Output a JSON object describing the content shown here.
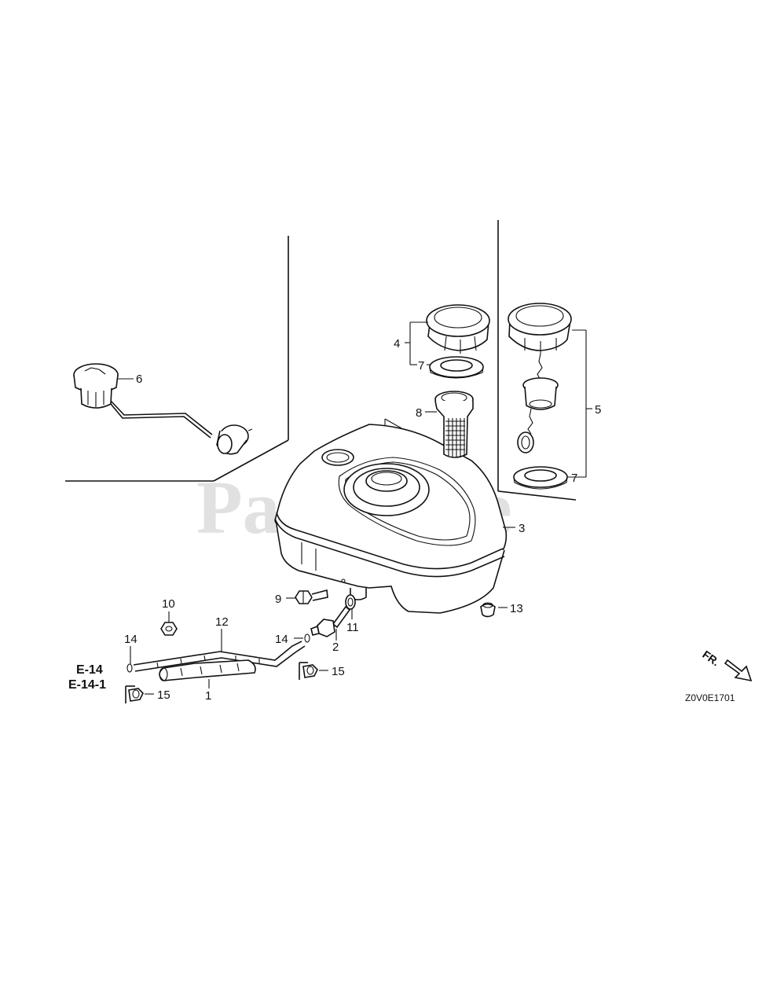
{
  "watermark": "PartsTree",
  "diagram_code": "Z0V0E1701",
  "direction_label": "FR.",
  "refs": {
    "e14": "E-14",
    "e14_1": "E-14-1"
  },
  "callouts": {
    "c1": "1",
    "c2": "2",
    "c3": "3",
    "c4": "4",
    "c5": "5",
    "c6": "6",
    "c7a": "7",
    "c7b": "7",
    "c8": "8",
    "c9": "9",
    "c10": "10",
    "c11": "11",
    "c12": "12",
    "c13": "13",
    "c14a": "14",
    "c14b": "14",
    "c15a": "15",
    "c15b": "15"
  }
}
